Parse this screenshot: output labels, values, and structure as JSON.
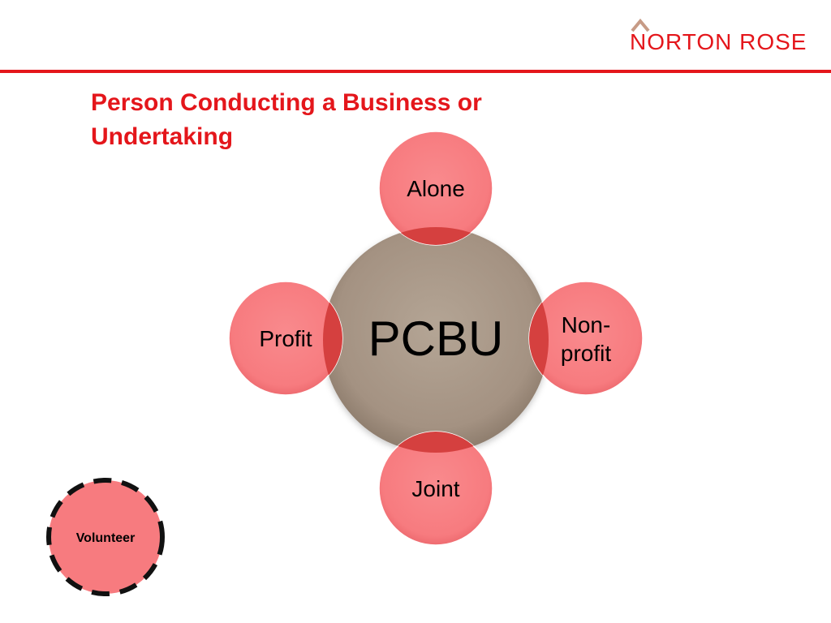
{
  "brand": {
    "name": "NORTON ROSE",
    "color": "#e4161b"
  },
  "slide": {
    "title_line1": "Person Conducting a Business or",
    "title_line2": "Undertaking"
  },
  "diagram": {
    "center": {
      "label": "PCBU",
      "color": "#a49282"
    },
    "satellite_color": "#f77b7f",
    "overlap_color": "#d5403f",
    "satellites": {
      "top": "Alone",
      "right_line1": "Non-",
      "right_line2": "profit",
      "bottom": "Joint",
      "left": "Profit"
    },
    "extra_node": {
      "label": "Volunteer",
      "border_style": "dashed"
    }
  }
}
